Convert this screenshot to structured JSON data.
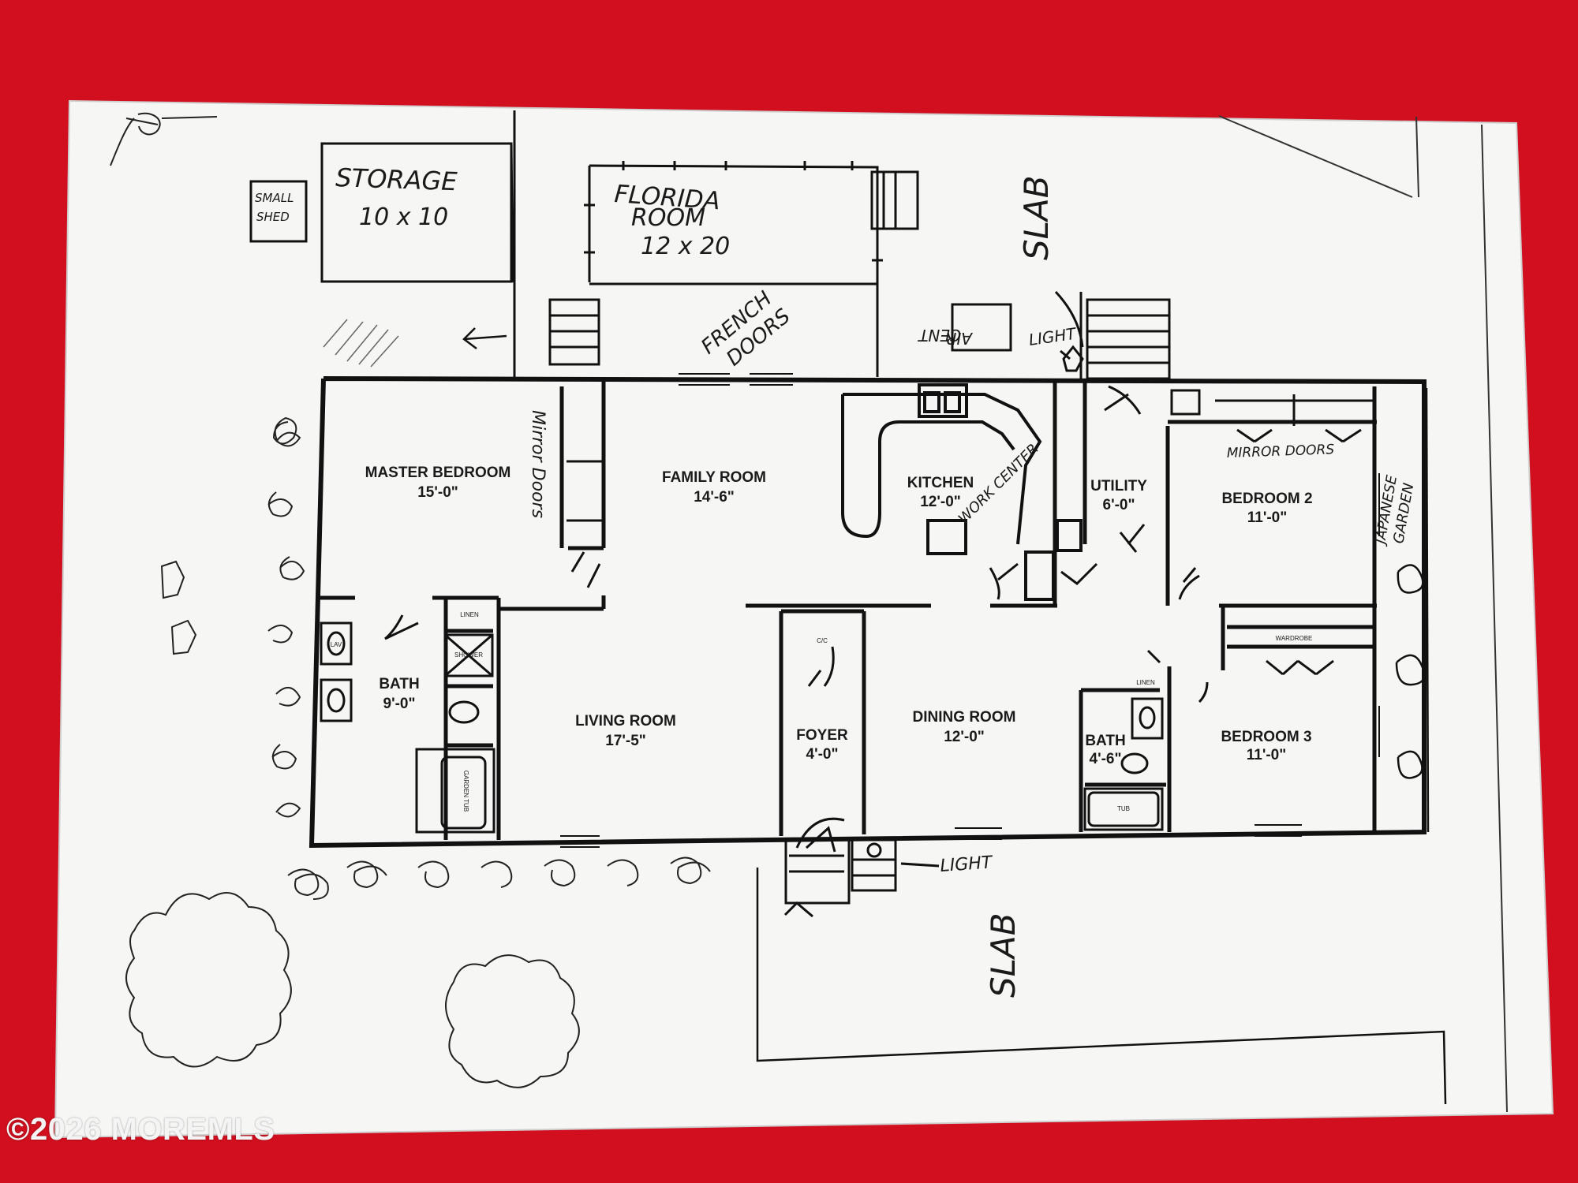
{
  "plan": {
    "rooms": {
      "master_bedroom": {
        "name": "MASTER BEDROOM",
        "size": "15'-0\""
      },
      "family_room": {
        "name": "FAMILY ROOM",
        "size": "14'-6\""
      },
      "kitchen": {
        "name": "KITCHEN",
        "size": "12'-0\""
      },
      "utility": {
        "name": "UTILITY",
        "size": "6'-0\""
      },
      "bedroom2": {
        "name": "BEDROOM 2",
        "size": "11'-0\""
      },
      "bath_main": {
        "name": "BATH",
        "size": "9'-0\""
      },
      "living_room": {
        "name": "LIVING ROOM",
        "size": "17'-5\""
      },
      "foyer": {
        "name": "FOYER",
        "size": "4'-0\""
      },
      "dining_room": {
        "name": "DINING ROOM",
        "size": "12'-0\""
      },
      "bath_small": {
        "name": "BATH",
        "size": "4'-6\""
      },
      "bedroom3": {
        "name": "BEDROOM 3",
        "size": "11'-0\""
      }
    },
    "handwritten": {
      "storage": "STORAGE",
      "storage_size": "10 x 10",
      "small_shed_1": "SMALL",
      "small_shed_2": "SHED",
      "florida_1": "FLORIDA",
      "florida_2": "ROOM",
      "florida_size": "12 x 20",
      "french_1": "FRENCH",
      "french_2": "DOORS",
      "cent_air_1": "CENT",
      "cent_air_2": "AIR",
      "light_top": "LIGHT",
      "light_bottom": "LIGHT",
      "slab_top": "SLAB",
      "slab_bottom": "SLAB",
      "mirror_doors_master": "Mirror Doors",
      "mirror_doors_bed2": "MIRROR DOORS",
      "work_center": "WORK CENTER",
      "japanese_garden_1": "JAPANESE",
      "japanese_garden_2": "GARDEN"
    },
    "small_labels": {
      "linen1": "LINEN",
      "shower": "SHOWER",
      "garden_tub": "GARDEN TUB",
      "cc": "C/C",
      "linen2": "LINEN",
      "tub": "TUB",
      "wardrobe": "WARDROBE",
      "lav": "LAV"
    }
  },
  "watermark": "©2026 MOREMLS"
}
